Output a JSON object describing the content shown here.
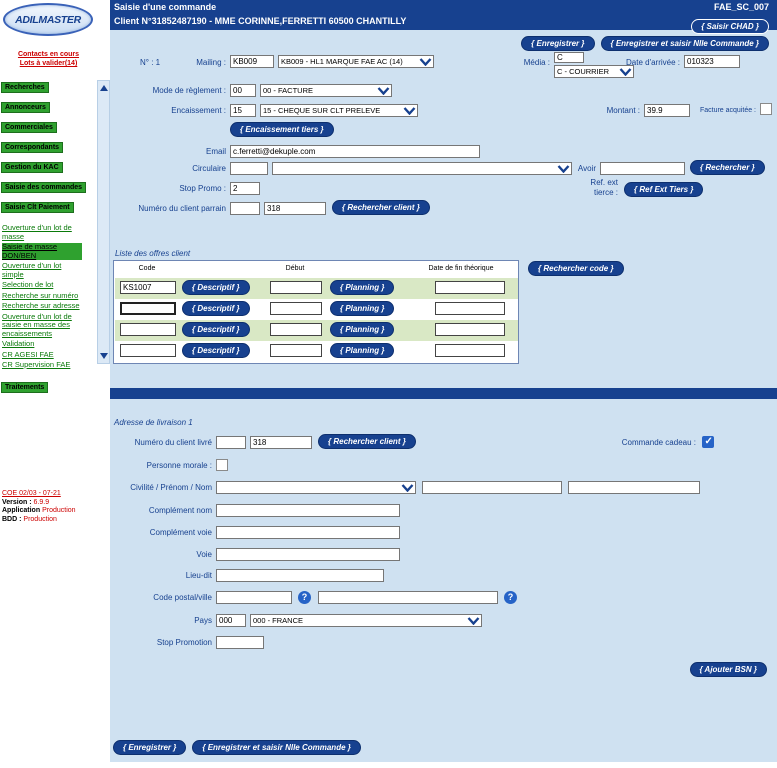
{
  "header": {
    "title": "Saisie d'une commande",
    "screen_code": "FAE_SC_007",
    "client": "Client N°31852487190 - MME CORINNE,FERRETTI 60500 CHANTILLY",
    "saisir_chad_btn": "{ Saisir CHAD }",
    "enregistrer_btn": "{ Enregistrer }",
    "enregistrer_nlle_btn": "{ Enregistrer et saisir Nlle Commande }"
  },
  "sidebar": {
    "logo": "ADILMASTER",
    "top_links": [
      "Contacts en cours",
      "Lots à valider(14)"
    ],
    "menu": [
      "Recherches",
      "Annonceurs",
      "Commerciales",
      "Correspondants",
      "Gestion du KAC",
      "Saisie des commandes",
      "Saisie Clt Paiement"
    ],
    "sub_links": [
      "Ouverture d'un lot de masse",
      "Saisie de masse DON/BEN",
      "Ouverture d'un lot simple",
      "Selection de lot",
      "Recherche sur numéro",
      "Recherche sur adresse",
      "Ouverture d'un lot de saisie en masse des encaissements",
      "Validation",
      "CR AGESI FAE",
      "CR Supervision FAE"
    ],
    "bottom_menu": "Traitements",
    "footer": {
      "coe": "COE 02/03 - 07-21",
      "version_label": "Version :",
      "version_value": "6.9.9",
      "application_label": "Application",
      "application_value": "Production",
      "bdd_label": "BDD :",
      "bdd_value": "Production"
    }
  },
  "order": {
    "num_label": "N° : 1",
    "mailing_label": "Mailing :",
    "mailing_code": "KB009",
    "mailing_select": "KB009 - HL1 MARQUE FAE AC (14)",
    "media_label": "Média :",
    "media_code": "C",
    "media_select": "C - COURRIER",
    "date_label": "Date d'arrivée :",
    "date_value": "010323",
    "reglement_label": "Mode de règlement :",
    "reglement_code": "00",
    "reglement_select": "00 - FACTURE",
    "encaissement_label": "Encaissement :",
    "encaissement_code": "15",
    "encaissement_select": "15 - CHEQUE SUR CLT PRELEVE",
    "montant_label": "Montant :",
    "montant_value": "39.9",
    "facture_label": "Facture acquitée :",
    "encaissement_tiers_btn": "{ Encaissement tiers }",
    "email_label": "Email",
    "email_value": "c.ferretti@dekuple.com",
    "circulaire_label": "Circulaire",
    "avoir_label": "Avoir",
    "rechercher_btn": "{ Rechercher }",
    "stop_promo_label": "Stop Promo :",
    "stop_promo_value": "2",
    "ref_ext_label": "Ref. ext tierce :",
    "ref_ext_btn": "{ Ref Ext Tiers }",
    "parrain_label": "Numéro du client parrain",
    "parrain_value": "318",
    "rechercher_client_btn": "{ Rechercher client }"
  },
  "offers": {
    "section_label": "Liste des offres client",
    "col_code": "Code",
    "col_debut": "Début",
    "col_fin": "Date de fin théorique",
    "rechercher_code_btn": "{ Rechercher code }",
    "descriptif_btn": "{ Descriptif }",
    "planning_btn": "{ Planning }",
    "rows": [
      {
        "code": "KS1007",
        "debut": "",
        "fin": ""
      },
      {
        "code": "",
        "debut": "",
        "fin": ""
      },
      {
        "code": "",
        "debut": "",
        "fin": ""
      },
      {
        "code": "",
        "debut": "",
        "fin": ""
      }
    ]
  },
  "address": {
    "section_label": "Adresse de livraison 1",
    "livre_label": "Numéro du client livré",
    "livre_value": "318",
    "rechercher_client_btn": "{ Rechercher client }",
    "cadeau_label": "Commande cadeau :",
    "morale_label": "Personne morale :",
    "civilite_label": "Civilité / Prénom / Nom",
    "comp_nom_label": "Complément nom",
    "comp_voie_label": "Complément voie",
    "voie_label": "Voie",
    "lieu_dit_label": "Lieu-dit",
    "cp_label": "Code postal/ville",
    "pays_label": "Pays",
    "pays_code": "000",
    "pays_select": "000 - FRANCE",
    "stop_promotion_label": "Stop Promotion",
    "ajouter_bsn_btn": "{ Ajouter BSN }",
    "help_icon": "?"
  },
  "footer_buttons": {
    "enregistrer": "{ Enregistrer }",
    "enregistrer_nlle": "{ Enregistrer et saisir Nlle Commande }"
  }
}
